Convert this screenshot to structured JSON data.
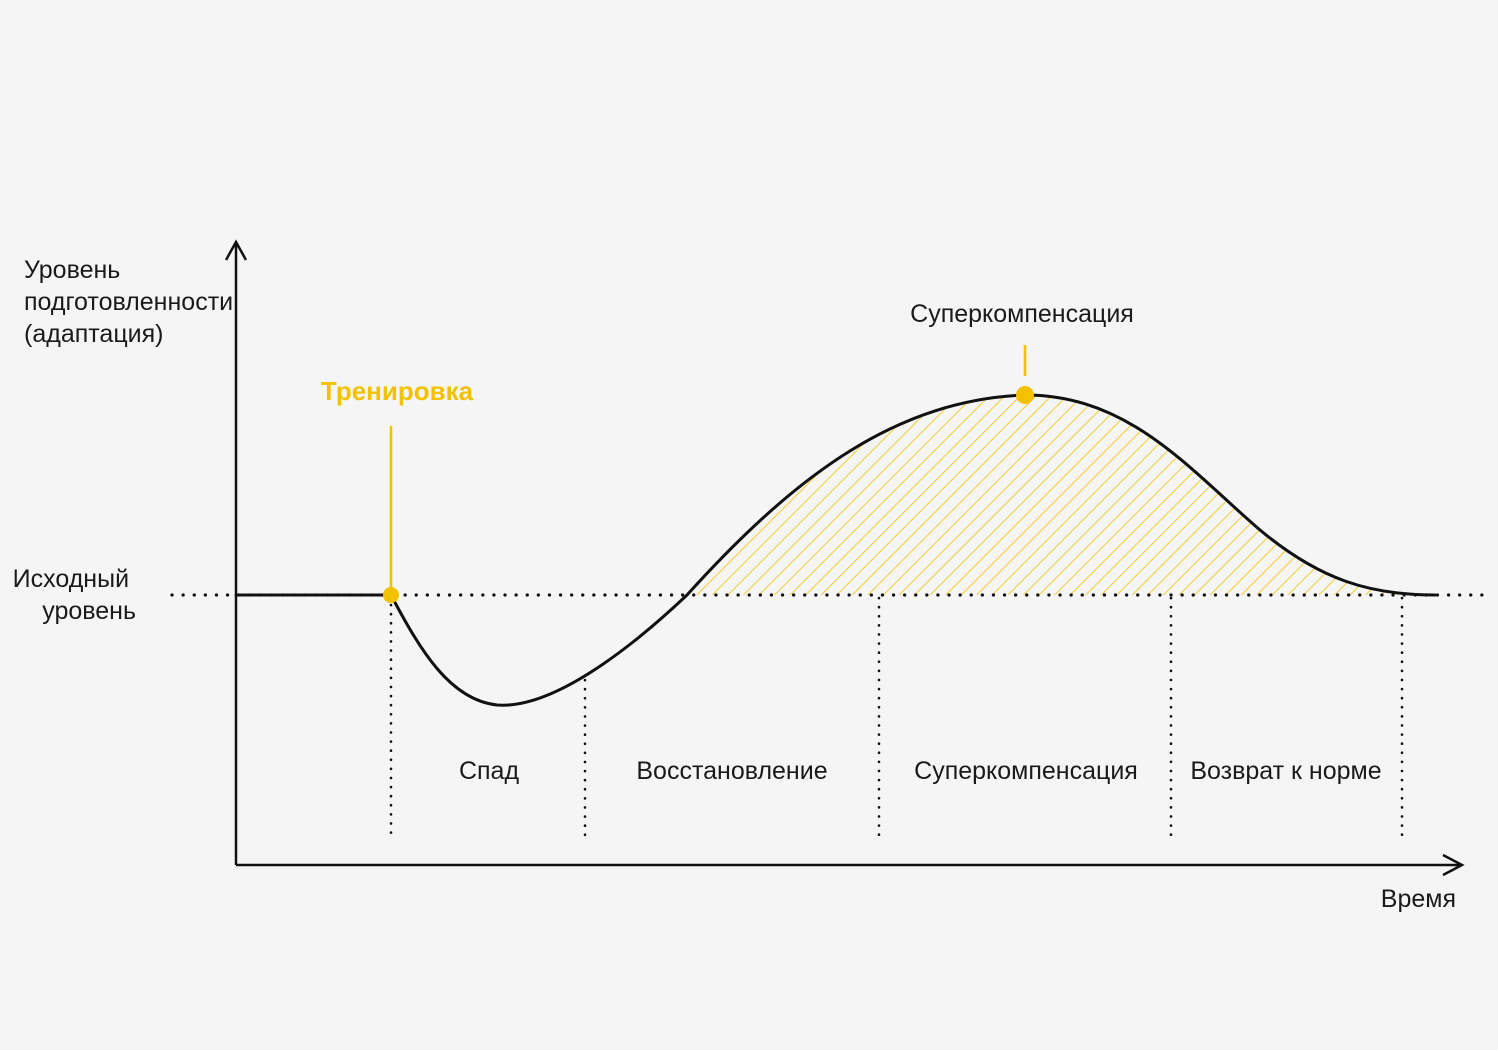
{
  "colors": {
    "background": "#f5f5f5",
    "ink": "#111111",
    "accent": "#f2c200"
  },
  "axes": {
    "y_label_lines": [
      "Уровень",
      "подготовленности",
      "(адаптация)"
    ],
    "x_label": "Время",
    "baseline_label_lines": [
      "Исходный",
      "уровень"
    ]
  },
  "markers": {
    "training": "Тренировка",
    "peak": "Суперкомпенсация"
  },
  "phases": [
    "Спад",
    "Восстановление",
    "Суперкомпенсация",
    "Возврат к норме"
  ]
}
